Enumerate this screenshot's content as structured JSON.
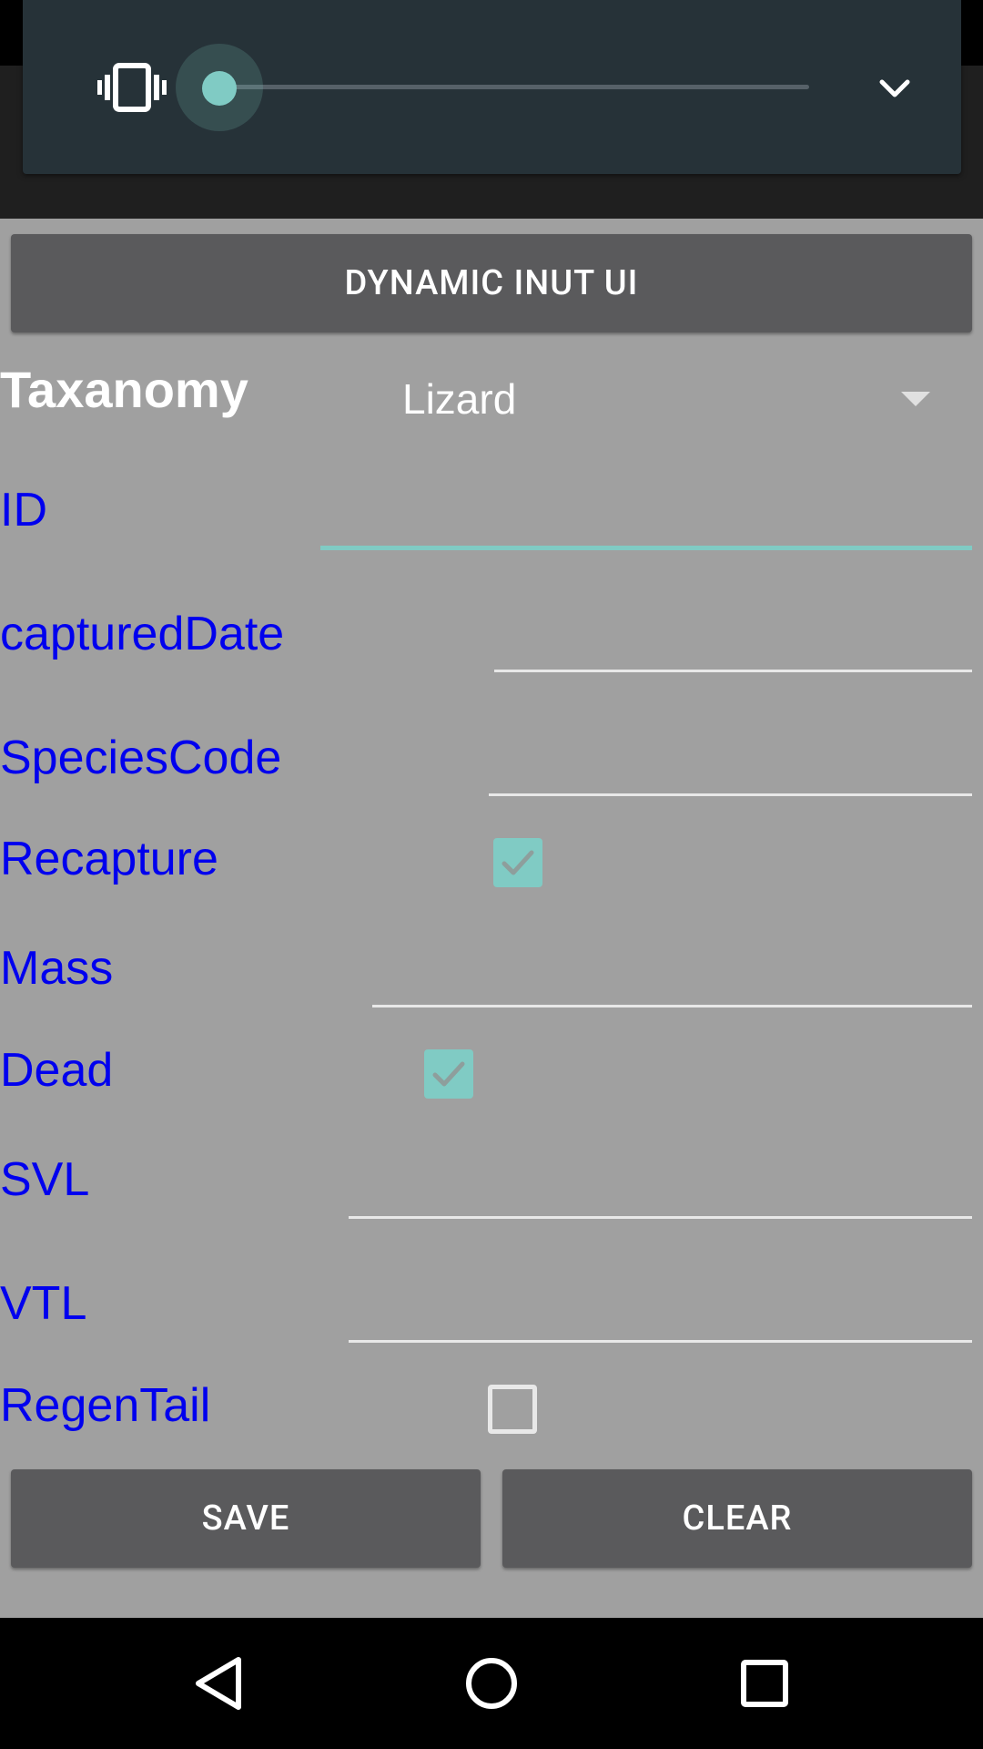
{
  "volume_panel": {
    "mode_icon": "vibrate-icon",
    "level": 0.0,
    "expand_icon": "chevron-down-icon",
    "accent_color": "#80cbc4"
  },
  "header_button": {
    "label": "DYNAMIC INUT UI"
  },
  "taxonomy": {
    "label": "Taxanomy",
    "selected": "Lizard"
  },
  "fields": {
    "id": {
      "label": "ID",
      "value": ""
    },
    "captured_date": {
      "label": "capturedDate",
      "value": ""
    },
    "species_code": {
      "label": "SpeciesCode",
      "value": ""
    },
    "recapture": {
      "label": "Recapture",
      "checked": true
    },
    "mass": {
      "label": "Mass",
      "value": ""
    },
    "dead": {
      "label": "Dead",
      "checked": true
    },
    "svl": {
      "label": "SVL",
      "value": ""
    },
    "vtl": {
      "label": "VTL",
      "value": ""
    },
    "regen_tail": {
      "label": "RegenTail",
      "checked": false
    }
  },
  "actions": {
    "save_label": "SAVE",
    "clear_label": "CLEAR"
  },
  "nav": {
    "back_icon": "back-triangle-icon",
    "home_icon": "home-circle-icon",
    "recents_icon": "recents-square-icon"
  },
  "colors": {
    "label_color": "#0000ee",
    "content_bg": "#a0a0a0",
    "button_bg": "#5a5a5c",
    "panel_bg": "#263238"
  }
}
